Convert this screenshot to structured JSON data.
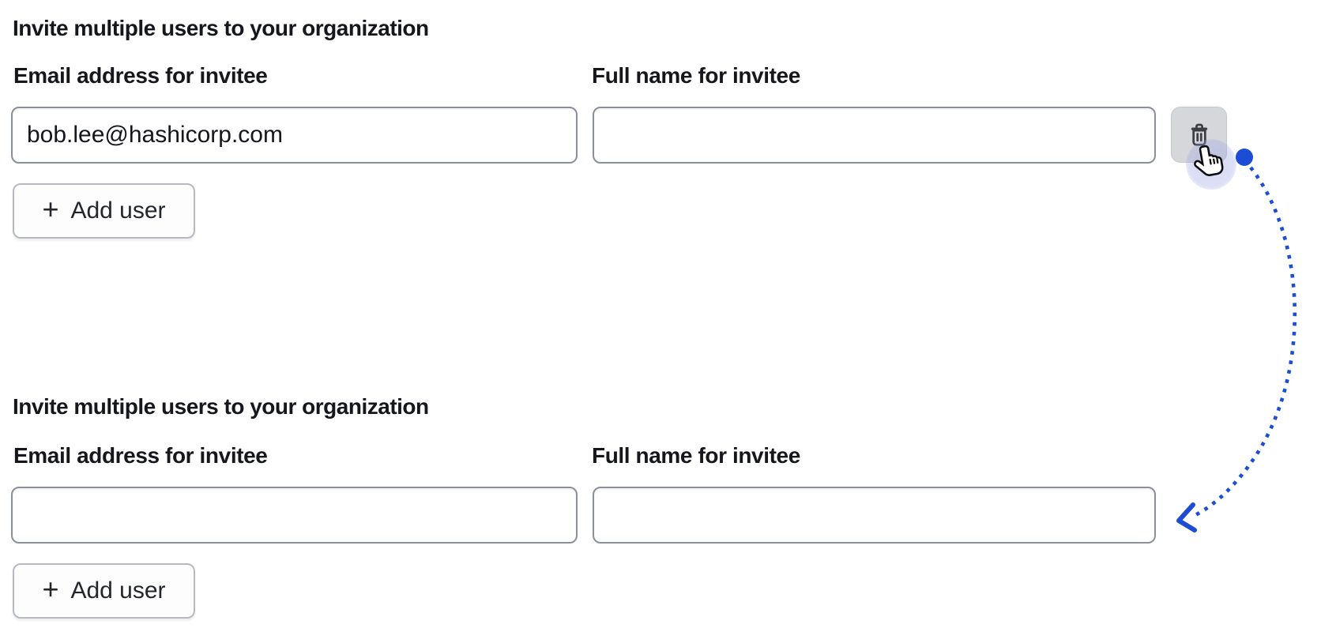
{
  "colors": {
    "annotation_blue": "#1c4dd4",
    "input_border_gray": "#8b8f9c",
    "trash_button_gray": "#d6d7da"
  },
  "annotation": {
    "cursor": "hand-pointer",
    "arrow": "dotted-curve-from-delete-button-to-second-form"
  },
  "sections": [
    {
      "heading": "Invite multiple users to your organization",
      "email_label": "Email address for invitee",
      "name_label": "Full name for invitee",
      "email_value": "bob.lee@hashicorp.com",
      "name_value": "",
      "plus_glyph": "+",
      "add_button_label": "Add user"
    },
    {
      "heading": "Invite multiple users to your organization",
      "email_label": "Email address for invitee",
      "name_label": "Full name for invitee",
      "email_value": "",
      "name_value": "",
      "plus_glyph": "+",
      "add_button_label": "Add user"
    }
  ]
}
